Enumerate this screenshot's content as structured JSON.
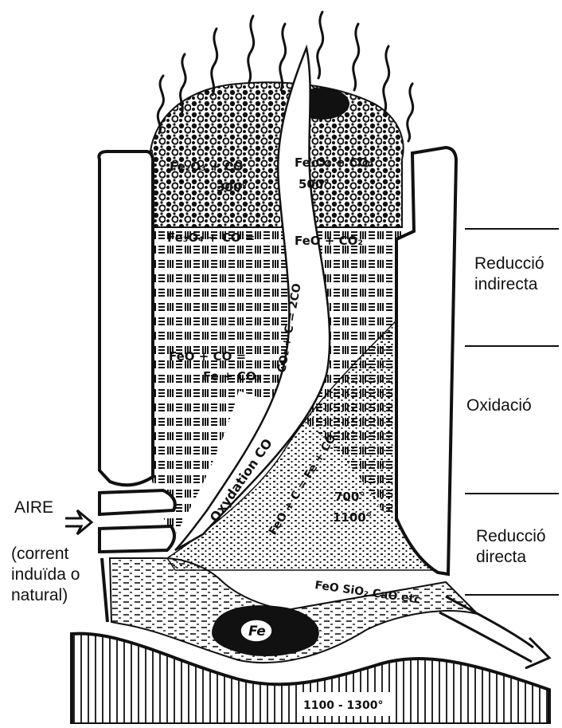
{
  "zones": [
    {
      "label_line1": "Reducció",
      "label_line2": "indirecta"
    },
    {
      "label_line1": "Oxidació",
      "label_line2": ""
    },
    {
      "label_line1": "Reducció",
      "label_line2": "directa"
    }
  ],
  "air": {
    "title": "AIRE",
    "line1": "(corrent",
    "line2": "induïda o",
    "line3": "natural)"
  },
  "annotations": {
    "top_left_eq": "Fe₂O₃ + CO",
    "top_right_eq": "Fe₃O₄ + CO₂",
    "temp_300": "300°",
    "temp_500": "500°",
    "mid_left_eq": "Fe₃O₄ + CO =",
    "mid_right_eq": "FeO + CO₂",
    "chimney_text": "CO₂ + C = 2CO",
    "lower_eq_1": "FeO + CO =",
    "lower_eq_2": "Fe + CO₂",
    "oxidation": "Oxydation CO",
    "diag_eq": "FeO + C = Fe + CO",
    "temp_700": "700°",
    "temp_1100": "1100°",
    "slag": "FeO  SiO₂  CaO  etc",
    "iron": "Fe",
    "bottom_temp": "1100 - 1300°"
  },
  "colors": {
    "ink": "#111111",
    "paper": "#ffffff"
  }
}
